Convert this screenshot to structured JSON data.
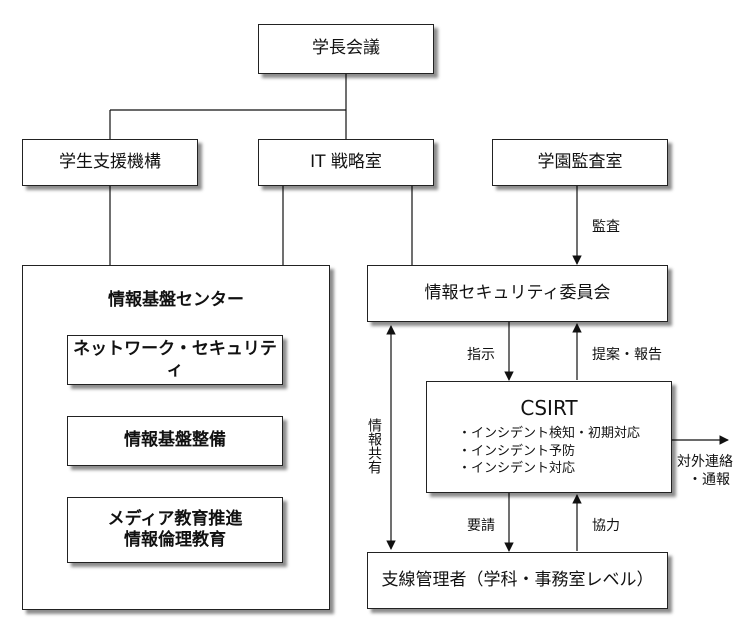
{
  "nodes": {
    "president_council": "学長会議",
    "student_support": "学生支援機構",
    "it_strategy": "IT 戦略室",
    "audit_office": "学園監査室",
    "info_center": "情報基盤センター",
    "network_security": "ネットワーク・セキュリティ",
    "info_infrastructure": "情報基盤整備",
    "media_education_1": "メディア教育推進",
    "media_education_2": "情報倫理教育",
    "security_committee": "情報セキュリティ委員会",
    "csirt": {
      "title": "CSIRT",
      "items": [
        "・インシデント検知・初期対応",
        "・インシデント予防",
        "・インシデント対応"
      ]
    },
    "line_managers": "支線管理者（学科・事務室レベル）"
  },
  "edge_labels": {
    "audit": "監査",
    "instruction": "指示",
    "proposal_report": "提案・報告",
    "request": "要請",
    "cooperation": "協力",
    "info_sharing": "情報共有",
    "external_1": "対外連絡",
    "external_2": "・通報"
  }
}
